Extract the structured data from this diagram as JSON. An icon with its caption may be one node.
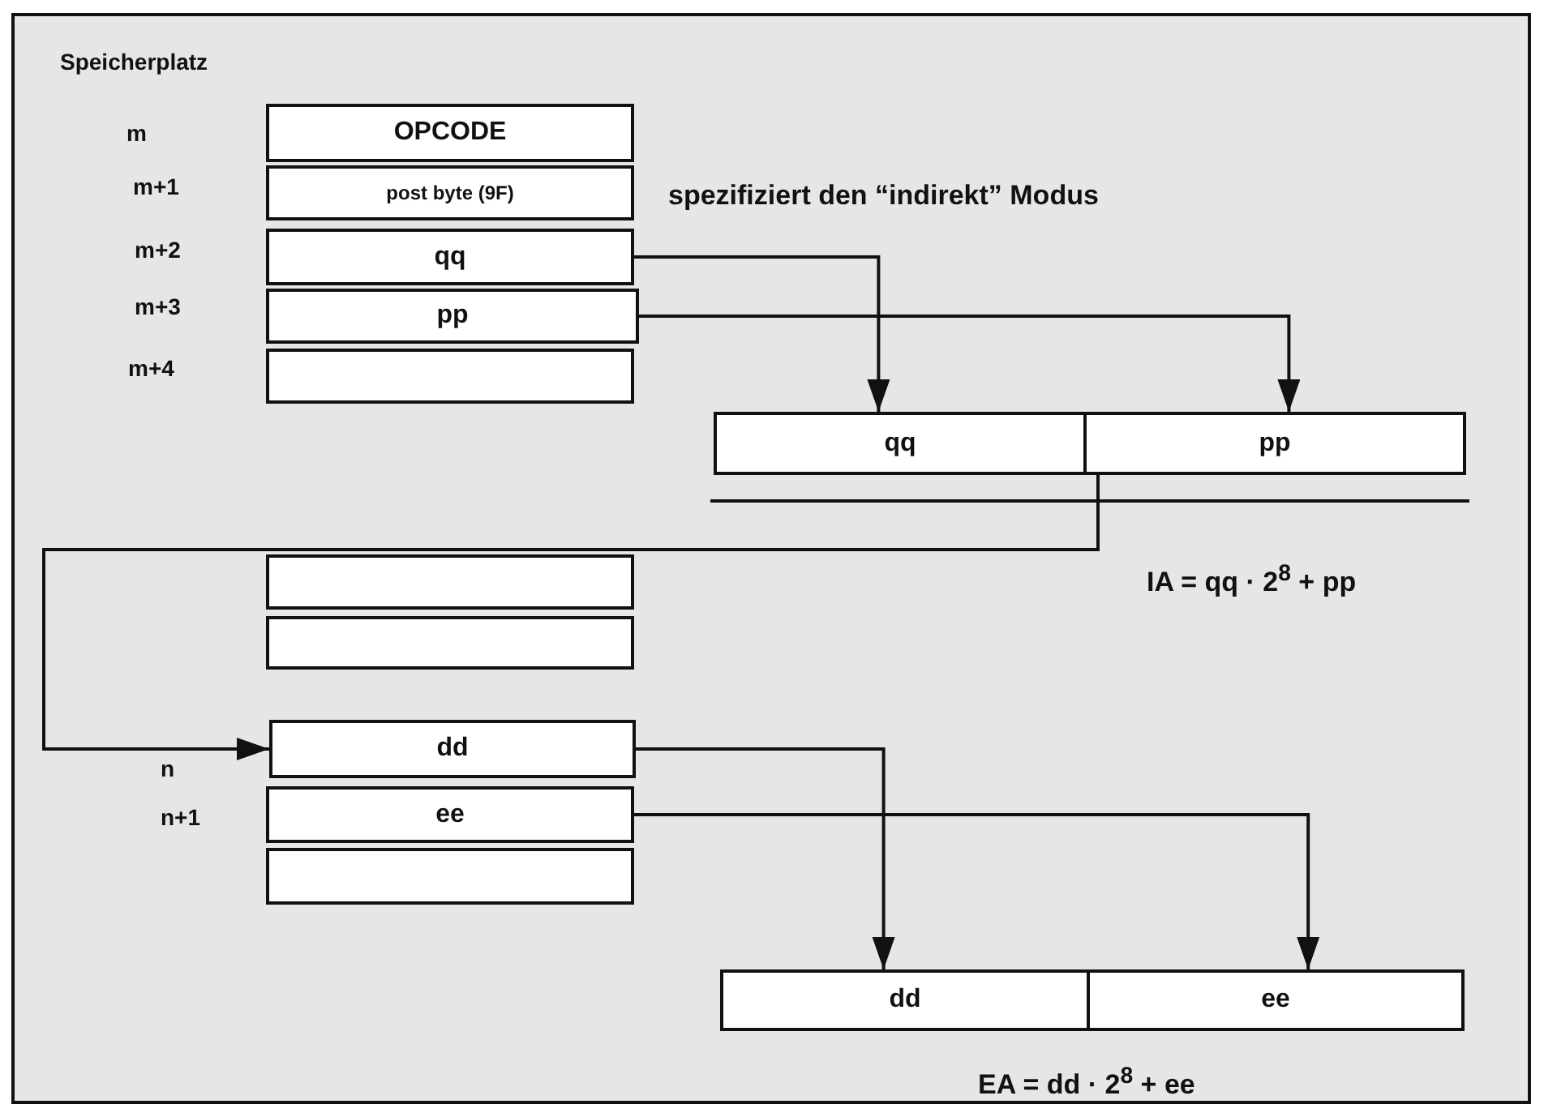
{
  "diagram": {
    "nodes": [
      {
        "text": [
          "OPCODE"
        ]
      },
      {
        "text": [
          "post byte (9F)"
        ],
        "beside": [
          "spezifiziert den “indirekt” Modus"
        ]
      },
      {
        "text": [
          "qq"
        ]
      },
      {
        "text": [
          "pp"
        ]
      },
      {
        "text": [],
        "shape": "box"
      },
      {
        "text": [],
        "shape": "box",
        "beside": [
          "IA = qq · 2$^{8}$ + pp"
        ]
      },
      {
        "text": [
          "qq"
        ],
        "in": 5
      },
      {
        "text": [
          "pp"
        ],
        "in": 5
      },
      {
        "text": [],
        "shape": "box"
      },
      {
        "text": [],
        "shape": "box"
      },
      {
        "text": [
          "dd"
        ]
      },
      {
        "text": [
          "ee"
        ]
      },
      {
        "text": [],
        "shape": "box"
      },
      {
        "text": [],
        "shape": "box",
        "beside": [
          "EA = dd · 2$^{8}$ + ee"
        ]
      },
      {
        "text": [
          "dd"
        ],
        "in": 13
      },
      {
        "text": [
          "ee"
        ],
        "in": 13
      }
    ],
    "edges": [
      {
        "from": 2,
        "to": 6,
        "arrow": "to"
      },
      {
        "from": 3,
        "to": 7,
        "arrow": "to"
      },
      {
        "from": 5,
        "to": 10,
        "arrow": "to"
      },
      {
        "from": 10,
        "to": 14,
        "arrow": "to"
      },
      {
        "from": 11,
        "to": 15,
        "arrow": "to"
      }
    ],
    "labels": [
      "Speicherplatz",
      "m",
      "m+1",
      "m+2",
      "m+3",
      "m+4",
      "n",
      "n+1"
    ]
  }
}
